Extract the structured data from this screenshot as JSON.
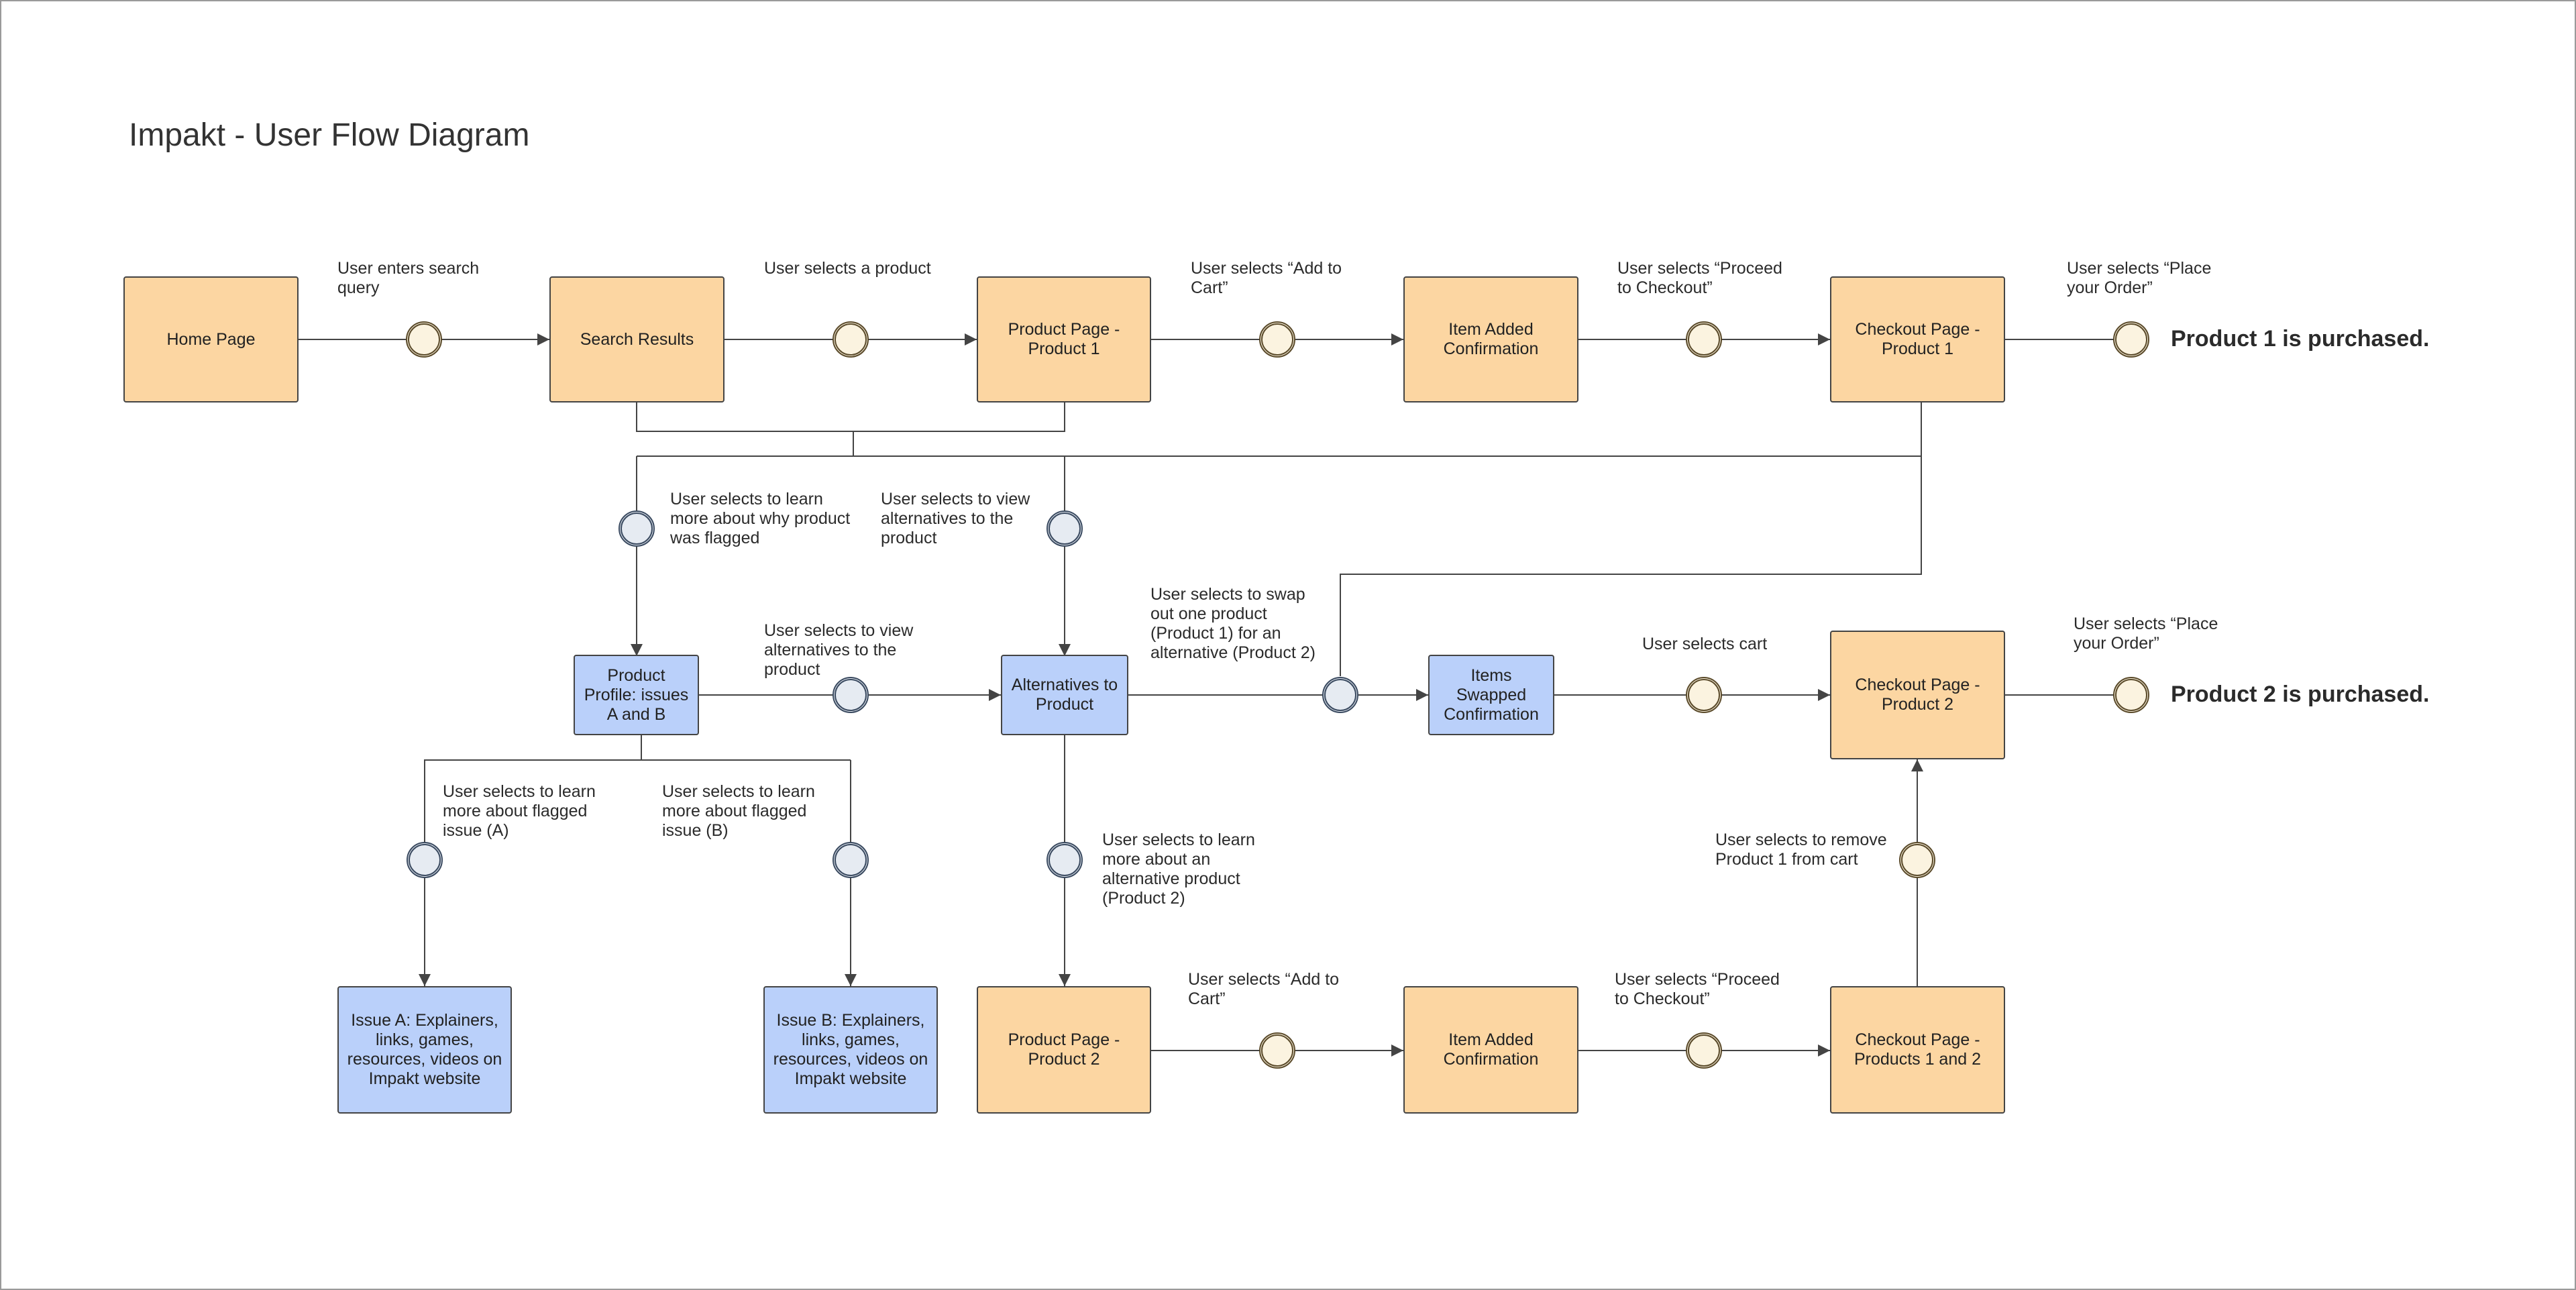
{
  "title": "Impakt - User Flow Diagram",
  "nodes": {
    "home": "Home Page",
    "search": "Search Results",
    "product1": "Product Page - Product 1",
    "added1": "Item Added Confirmation",
    "checkout1": "Checkout Page - Product 1",
    "profile": "Product Profile: issues A and B",
    "alternatives": "Alternatives to Product",
    "swapped": "Items Swapped Confirmation",
    "checkout2": "Checkout Page - Product 2",
    "issueA": "Issue A: Explainers, links, games, resources, videos on Impakt website",
    "issueB": "Issue B: Explainers, links, games, resources, videos on Impakt website",
    "product2": "Product Page - Product 2",
    "added2": "Item Added Confirmation",
    "checkout12": "Checkout Page - Products 1 and 2"
  },
  "labels": {
    "search_query": "User enters search query",
    "select_product": "User selects a product",
    "add_cart1": "User selects “Add to Cart”",
    "proceed1": "User selects “Proceed to Checkout”",
    "place1": "User selects “Place your Order”",
    "learn_flagged": "User selects to learn more about why product was flagged",
    "view_alt1": "User selects to view alternatives to the product",
    "view_alt2": "User selects to view alternatives to the product",
    "swap": "User selects to swap out one product (Product 1) for an alternative (Product 2)",
    "select_cart": "User selects cart",
    "place2": "User selects “Place your Order”",
    "learn_a": "User selects to learn more about flagged issue (A)",
    "learn_b": "User selects to learn more about flagged issue (B)",
    "learn_alt": "User selects to learn more about an alternative product (Product 2)",
    "remove1": "User selects to remove Product 1 from cart",
    "add_cart2": "User selects “Add to Cart”",
    "proceed2": "User selects “Proceed to Checkout”"
  },
  "outcomes": {
    "p1": "Product 1 is purchased.",
    "p2": "Product 2 is purchased."
  },
  "colors": {
    "orange_node": "#fcd6a2",
    "blue_node": "#bad0fa",
    "line": "#444444"
  }
}
